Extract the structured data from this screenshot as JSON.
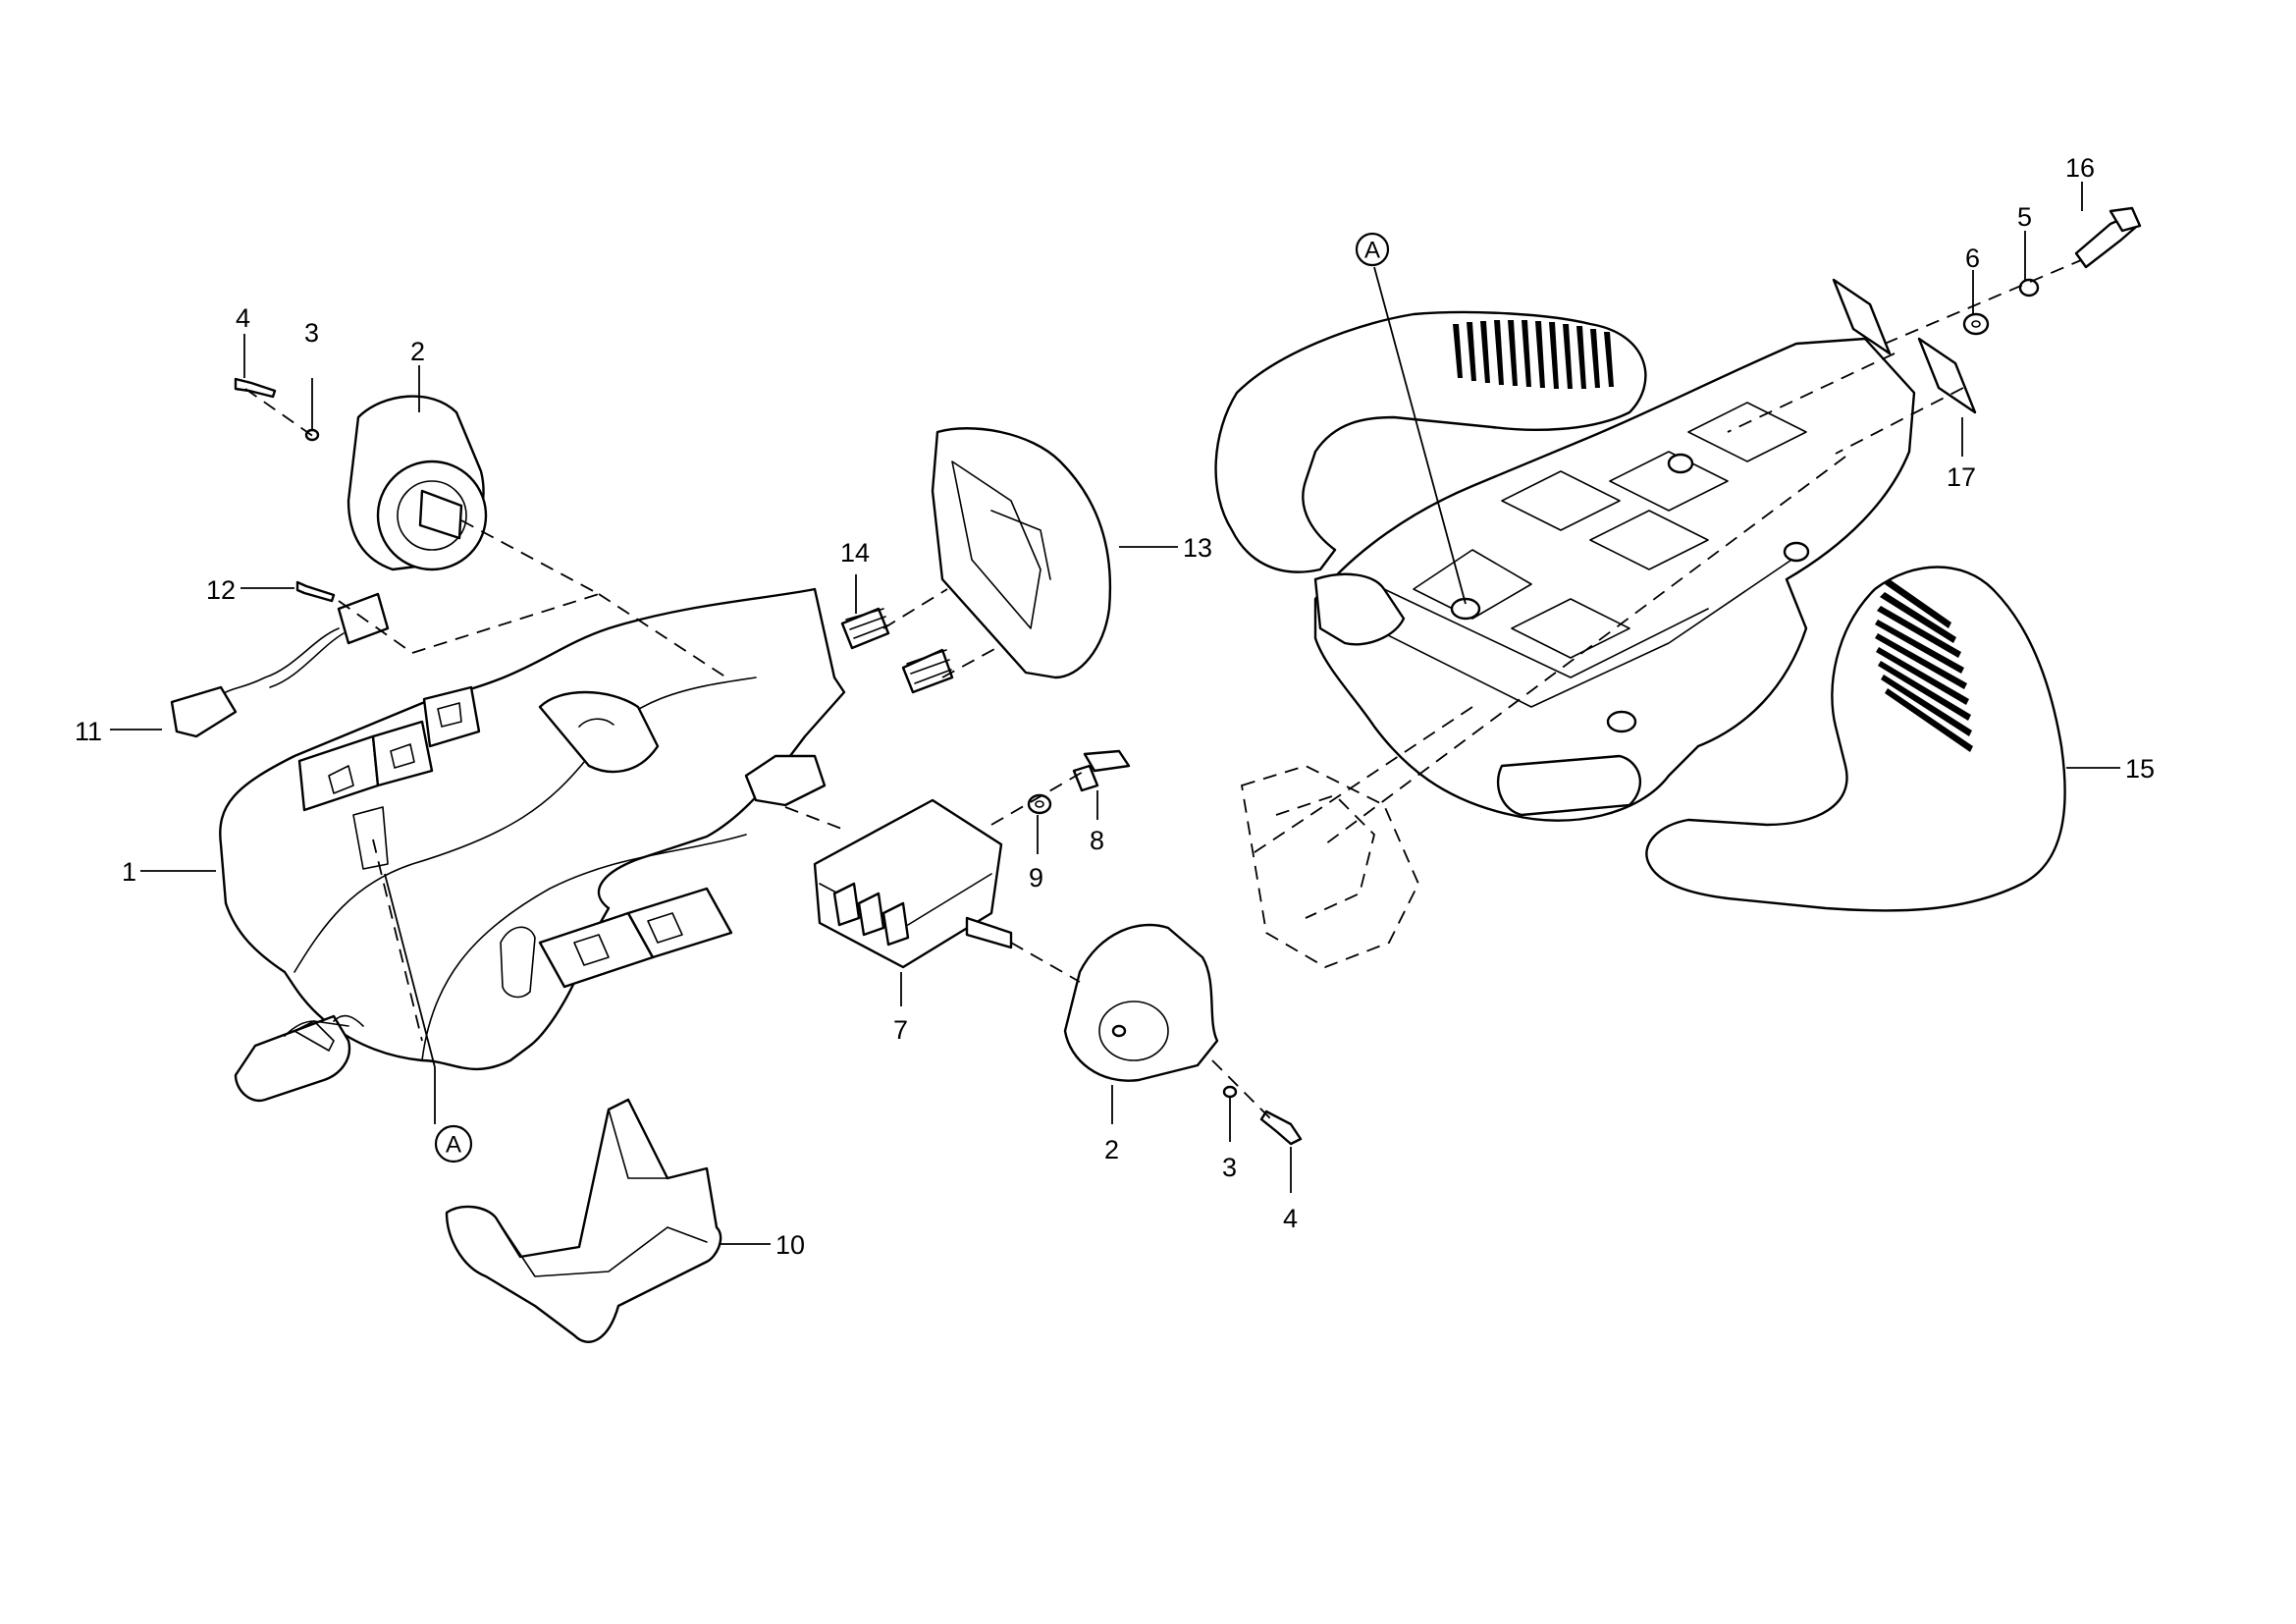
{
  "callouts": [
    {
      "id": "c4a",
      "text": "4"
    },
    {
      "id": "c3a",
      "text": "3"
    },
    {
      "id": "c2a",
      "text": "2"
    },
    {
      "id": "c12",
      "text": "12"
    },
    {
      "id": "c11",
      "text": "11"
    },
    {
      "id": "c1",
      "text": "1"
    },
    {
      "id": "c14",
      "text": "14"
    },
    {
      "id": "c13",
      "text": "13"
    },
    {
      "id": "c8",
      "text": "8"
    },
    {
      "id": "c9",
      "text": "9"
    },
    {
      "id": "c7",
      "text": "7"
    },
    {
      "id": "c2b",
      "text": "2"
    },
    {
      "id": "c3b",
      "text": "3"
    },
    {
      "id": "c4b",
      "text": "4"
    },
    {
      "id": "c10",
      "text": "10"
    },
    {
      "id": "c16",
      "text": "16"
    },
    {
      "id": "c5",
      "text": "5"
    },
    {
      "id": "c6",
      "text": "6"
    },
    {
      "id": "c17",
      "text": "17"
    },
    {
      "id": "c15",
      "text": "15"
    }
  ],
  "references": [
    {
      "id": "refA1",
      "text": "A"
    },
    {
      "id": "refA2",
      "text": "A"
    }
  ]
}
